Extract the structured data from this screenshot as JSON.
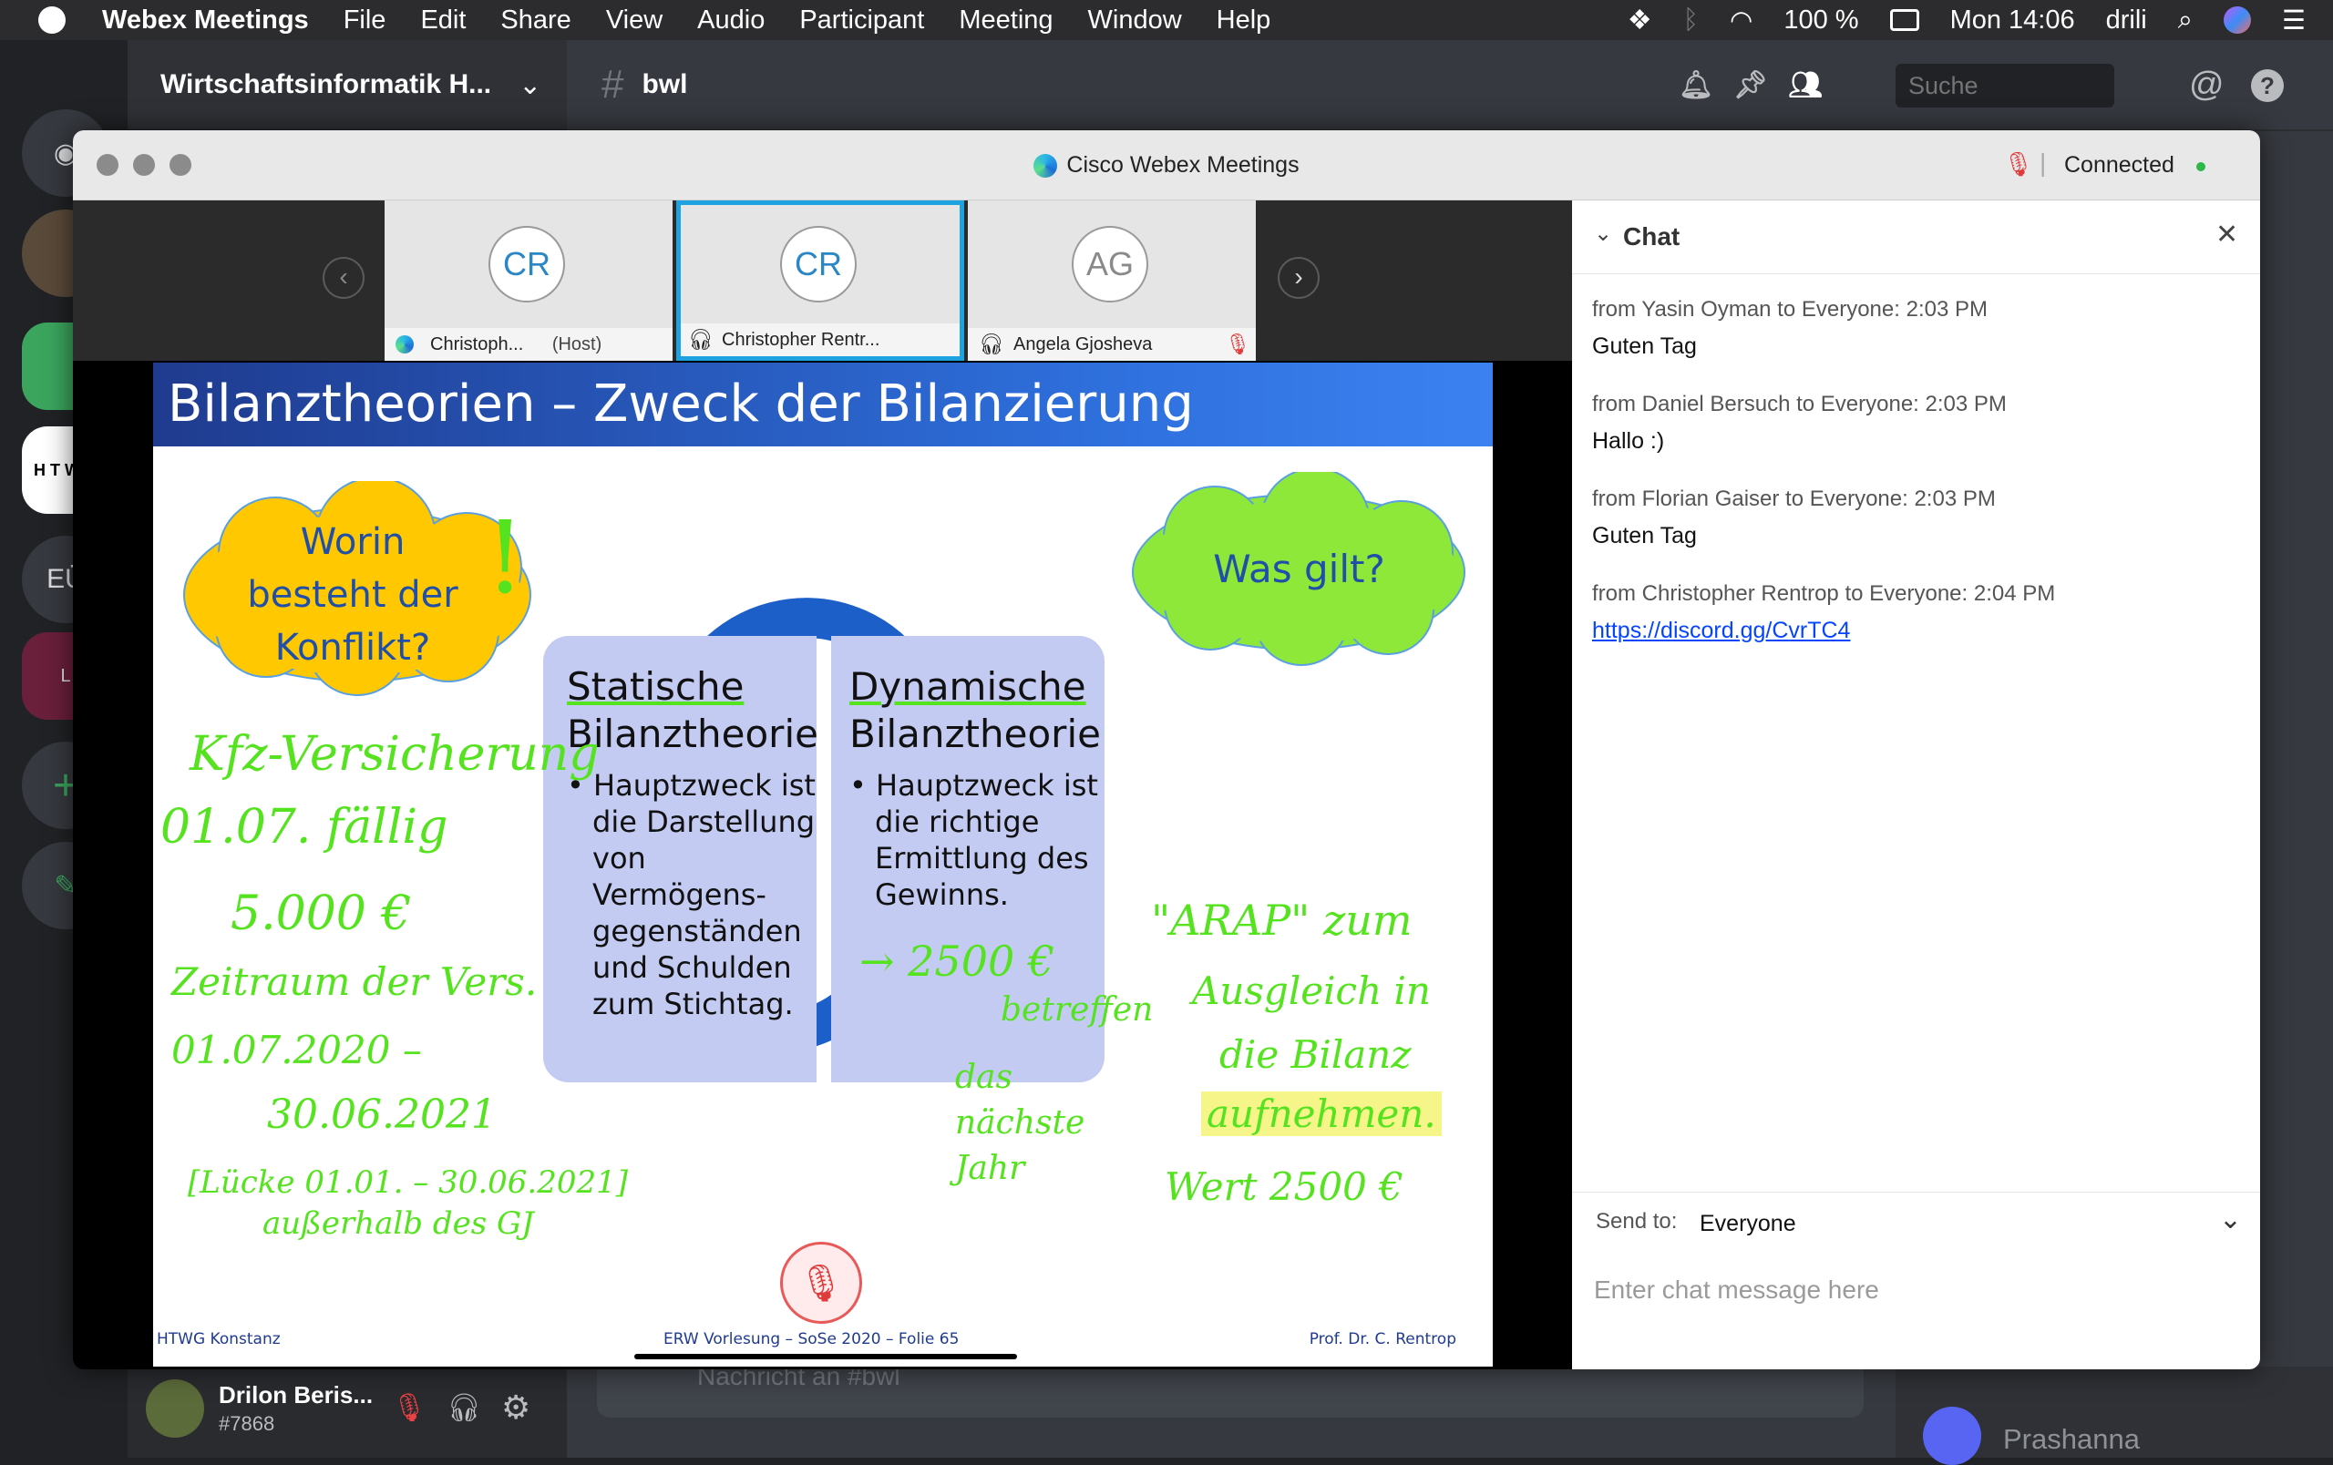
{
  "menubar": {
    "app_name": "Webex Meetings",
    "items": [
      "File",
      "Edit",
      "Share",
      "View",
      "Audio",
      "Participant",
      "Meeting",
      "Window",
      "Help"
    ],
    "battery": "100 %",
    "clock": "Mon 14:06",
    "user": "drili"
  },
  "discord": {
    "server_name": "Wirtschaftsinformatik H...",
    "channel_name": "bwl",
    "search_placeholder": "Suche",
    "guild_labels": [
      "EÜ",
      "H T W G",
      "L"
    ],
    "composer_placeholder": "Nachricht an #bwl",
    "user": {
      "name": "Drilon Beris...",
      "tag": "#7868"
    },
    "member_visible": "Prashanna"
  },
  "webex": {
    "window_title": "Cisco Webex Meetings",
    "status": "Connected",
    "status_color": "#2fb84a",
    "participants": [
      {
        "initials": "CR",
        "name": "Christoph...",
        "role": "(Host)"
      },
      {
        "initials": "CR",
        "name": "Christopher Rentr...",
        "role": ""
      },
      {
        "initials": "AG",
        "name": "Angela Gjosheva",
        "role": ""
      }
    ],
    "slide": {
      "title": "Bilanztheorien – Zweck der Bilanzierung",
      "cloud_left": "Worin besteht der Konflikt?",
      "cloud_right": "Was gilt?",
      "left_box": {
        "heading_1": "Statische",
        "heading_2": "Bilanztheorie",
        "bullet": "Hauptzweck ist die Darstellung von Vermögens-gegenständen und Schulden zum Stichtag."
      },
      "right_box": {
        "heading_1": "Dynamische",
        "heading_2": "Bilanztheorie",
        "bullet": "Hauptzweck ist die richtige Ermittlung des Gewinns."
      },
      "handwriting": {
        "l1": "Kfz-Versicherung",
        "l2": "01.07. fällig",
        "l3": "5.000 €",
        "l4": "Zeitraum der Vers.",
        "l5": "01.07.2020 –",
        "l6": "30.06.2021",
        "l7": "[Lücke 01.01. – 30.06.2021]",
        "l8": "außerhalb des GJ",
        "m1": "→ 2500 €",
        "m2": "betreffen",
        "m3": "das nächste Jahr",
        "r1": "\"ARAP\" zum",
        "r2": "Ausgleich in",
        "r3": "die Bilanz",
        "r4": "aufnehmen.",
        "r5": "Wert 2500 €"
      },
      "footer_left": "HTWG Konstanz",
      "footer_center": "ERW Vorlesung – SoSe 2020 – Folie 65",
      "footer_right": "Prof. Dr. C. Rentrop"
    },
    "chat": {
      "title": "Chat",
      "messages": [
        {
          "meta": "from Yasin Oyman to Everyone:    2:03  PM",
          "text": "Guten Tag"
        },
        {
          "meta": "from Daniel Bersuch to Everyone:    2:03  PM",
          "text": "Hallo :)"
        },
        {
          "meta": "from Florian Gaiser to Everyone:    2:03  PM",
          "text": "Guten Tag"
        },
        {
          "meta": "from Christopher Rentrop to Everyone:    2:04  PM",
          "text": "https://discord.gg/CvrTC4"
        }
      ],
      "send_to_label": "Send to:",
      "send_to_value": "Everyone",
      "input_placeholder": "Enter chat message here"
    }
  }
}
